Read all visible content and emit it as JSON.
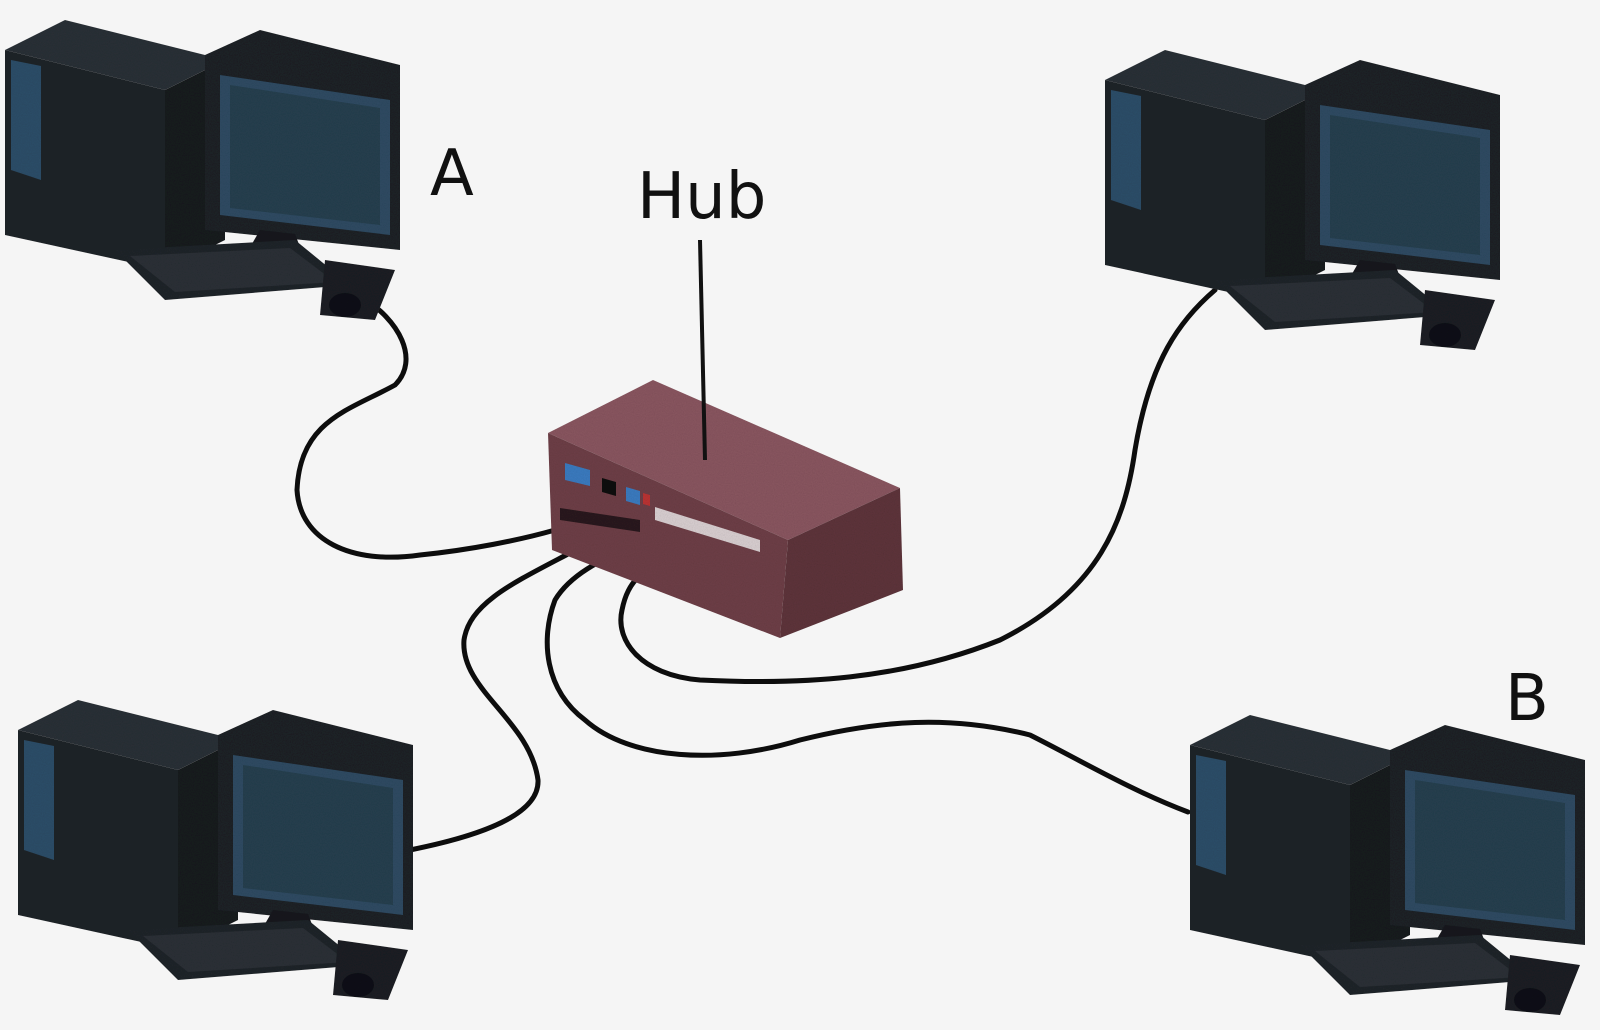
{
  "diagram": {
    "hub_label": "Hub",
    "computer_a_label": "A",
    "computer_b_label": "B"
  },
  "colors": {
    "background": "#f5f5f5",
    "cable": "#0d0d0d",
    "hub_body": "#7a4a52",
    "computer_dark": "#1e2328",
    "screen_blue": "#2f4b63",
    "port_blue": "#3b7bc0"
  },
  "icons": {
    "computer": "desktop-computer-icon",
    "hub": "network-hub-icon"
  }
}
